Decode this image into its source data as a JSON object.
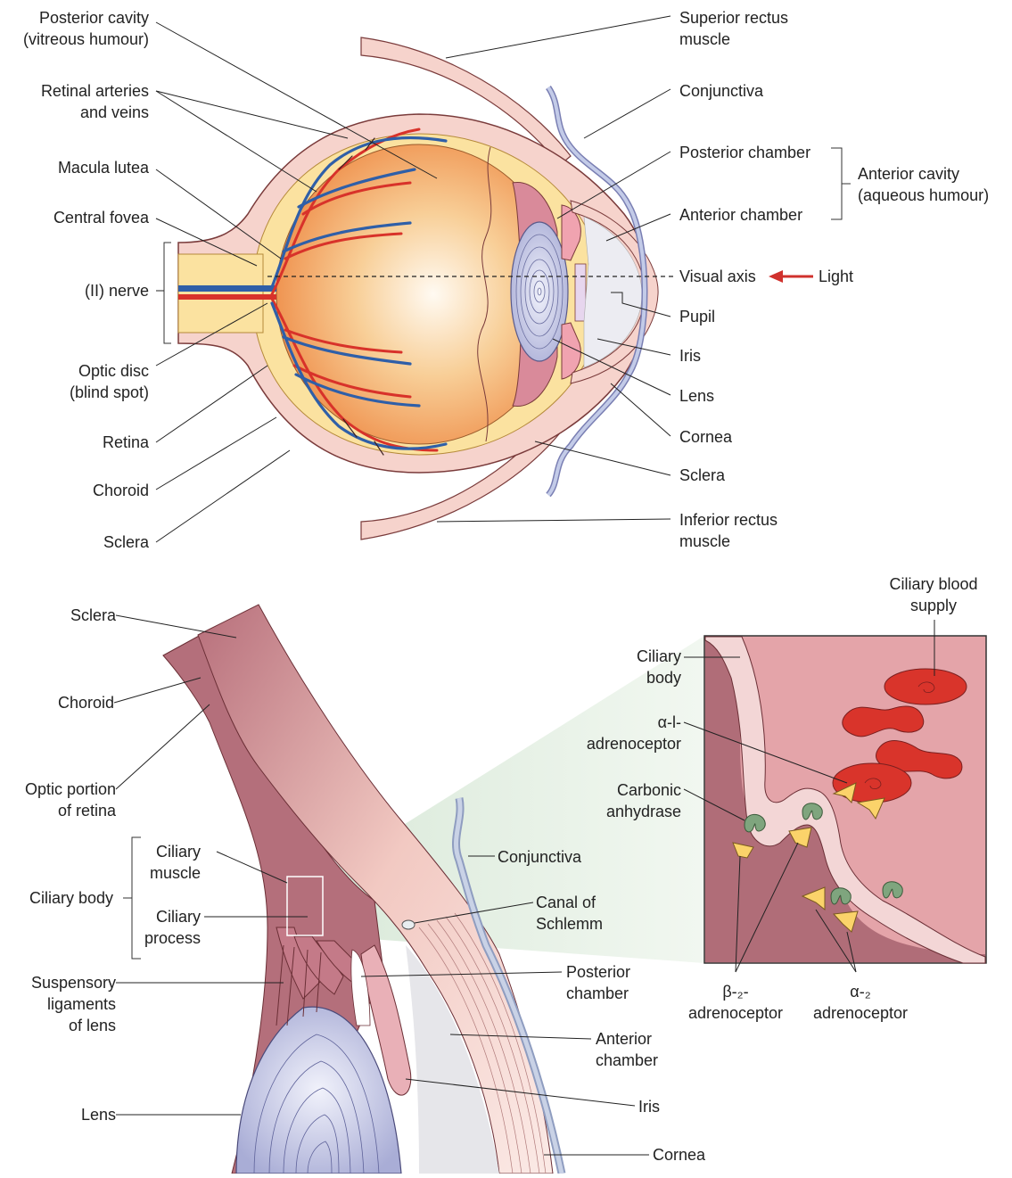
{
  "top_figure": {
    "left_labels": {
      "posterior_cavity": "Posterior cavity\n(vitreous humour)",
      "retinal_vessels": "Retinal arteries\nand veins",
      "macula": "Macula lutea",
      "fovea": "Central fovea",
      "nerve": "(II) nerve",
      "optic_disc": "Optic disc\n(blind spot)",
      "retina": "Retina",
      "choroid": "Choroid",
      "sclera": "Sclera"
    },
    "right_labels": {
      "superior_rectus": "Superior rectus\nmuscle",
      "conjunctiva": "Conjunctiva",
      "posterior_chamber": "Posterior chamber",
      "anterior_chamber": "Anterior chamber",
      "anterior_cavity": "Anterior cavity\n(aqueous humour)",
      "visual_axis": "Visual axis",
      "light": "Light",
      "pupil": "Pupil",
      "iris": "Iris",
      "lens": "Lens",
      "cornea": "Cornea",
      "sclera": "Sclera",
      "inferior_rectus": "Inferior rectus\nmuscle"
    }
  },
  "bottom_figure": {
    "labels": {
      "sclera": "Sclera",
      "choroid": "Choroid",
      "optic_retina": "Optic portion\nof retina",
      "ciliary_muscle": "Ciliary\nmuscle",
      "ciliary_body": "Ciliary body",
      "ciliary_process": "Ciliary\nprocess",
      "suspensory": "Suspensory\nligaments\nof lens",
      "lens": "Lens",
      "conjunctiva": "Conjunctiva",
      "canal": "Canal of\nSchlemm",
      "posterior_chamber": "Posterior\nchamber",
      "anterior_chamber": "Anterior\nchamber",
      "iris": "Iris",
      "cornea": "Cornea"
    },
    "inset": {
      "ciliary_blood": "Ciliary blood\nsupply",
      "ciliary_body": "Ciliary\nbody",
      "alpha1": "α-l-\nadrenoceptor",
      "carbonic": "Carbonic\nanhydrase",
      "beta2": "β-₂-\nadrenoceptor",
      "alpha2": "α-₂\nadrenoceptor"
    }
  },
  "colors": {
    "sclera": "#f6d3cc",
    "choroid": "#b9737d",
    "retina_yellow": "#fbe2a0",
    "vitreous": "#f4a35c",
    "artery": "#d8322a",
    "vein": "#2f5fa8",
    "lens": "#c9cbe8",
    "conjunctiva": "#b9c3e3",
    "light_arrow": "#d0312d",
    "receptor_yellow": "#fbd36a",
    "enzyme_green": "#7fa57e",
    "blood_cell": "#d9342b",
    "inset_bg": "#e4a4a9"
  }
}
